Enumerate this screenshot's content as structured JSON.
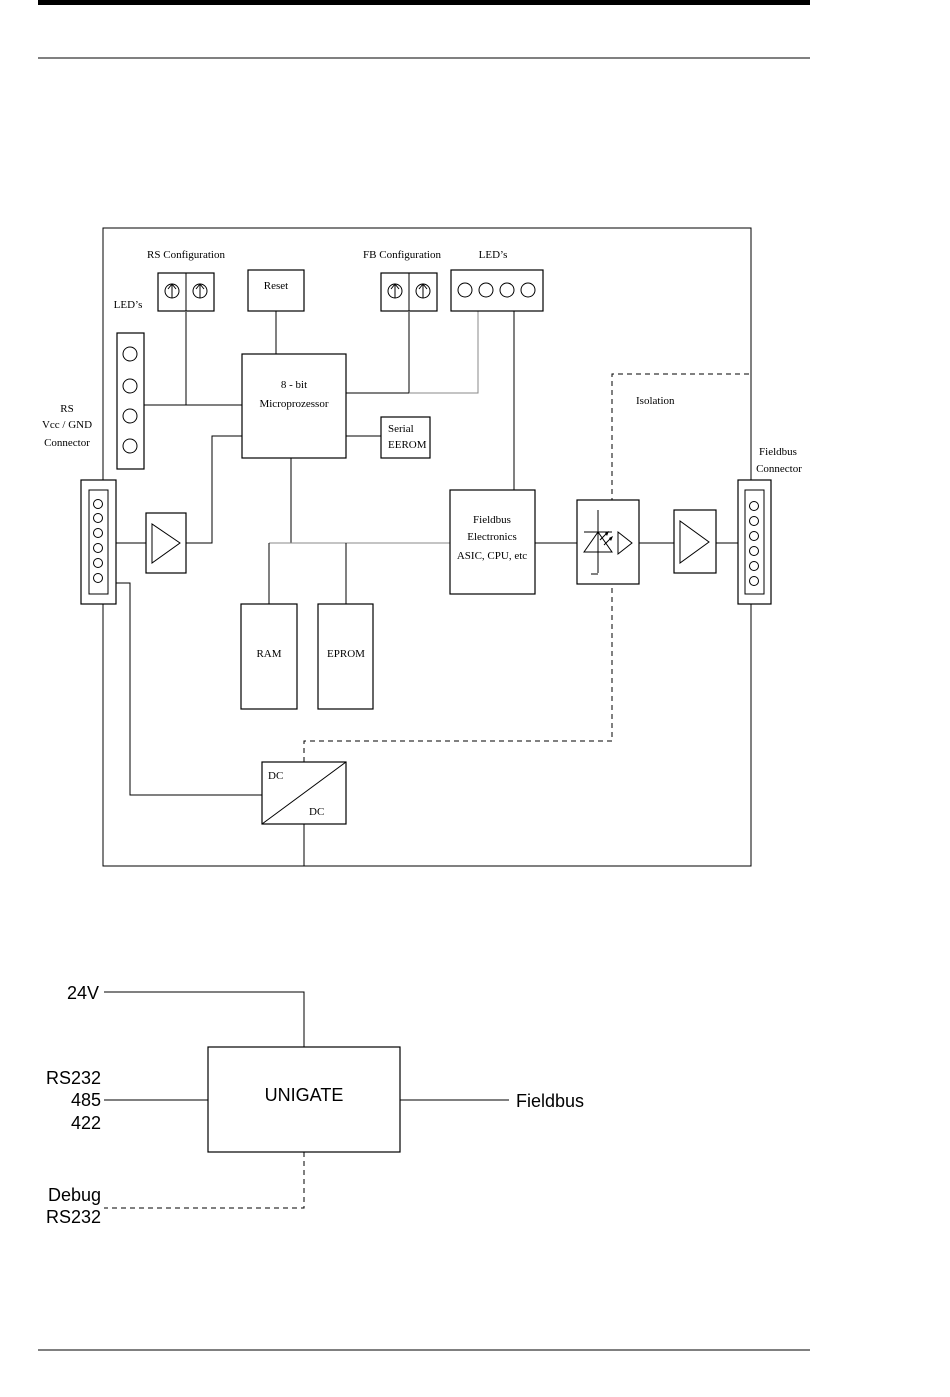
{
  "diagram_block": {
    "rs_configuration_label": "RS Configuration",
    "fb_configuration_label": "FB Configuration",
    "leds_top_label": "LED’s",
    "leds_left_label": "LED’s",
    "reset_label": "Reset",
    "micro_line1": "8 - bit",
    "micro_line2": "Microprozessor",
    "serial_line1": "Serial",
    "serial_line2": "EEROM",
    "rs_conn_line1": "RS",
    "rs_conn_line2": "Vcc / GND",
    "rs_conn_line3": "Connector",
    "isolation_label": "Isolation",
    "fieldbus_conn_line1": "Fieldbus",
    "fieldbus_conn_line2": "Connector",
    "fb_elec_line1": "Fieldbus",
    "fb_elec_line2": "Electronics",
    "fb_elec_line3": "ASIC, CPU, etc",
    "ram_label": "RAM",
    "eprom_label": "EPROM",
    "dc_top_label": "DC",
    "dc_bottom_label": "DC"
  },
  "diagram_overview": {
    "power_label": "24V",
    "unit_label": "UNIGATE",
    "serial_line1": "RS232",
    "serial_line2": "485",
    "serial_line3": "422",
    "fieldbus_label": "Fieldbus",
    "debug_line1": "Debug",
    "debug_line2": "RS232"
  }
}
